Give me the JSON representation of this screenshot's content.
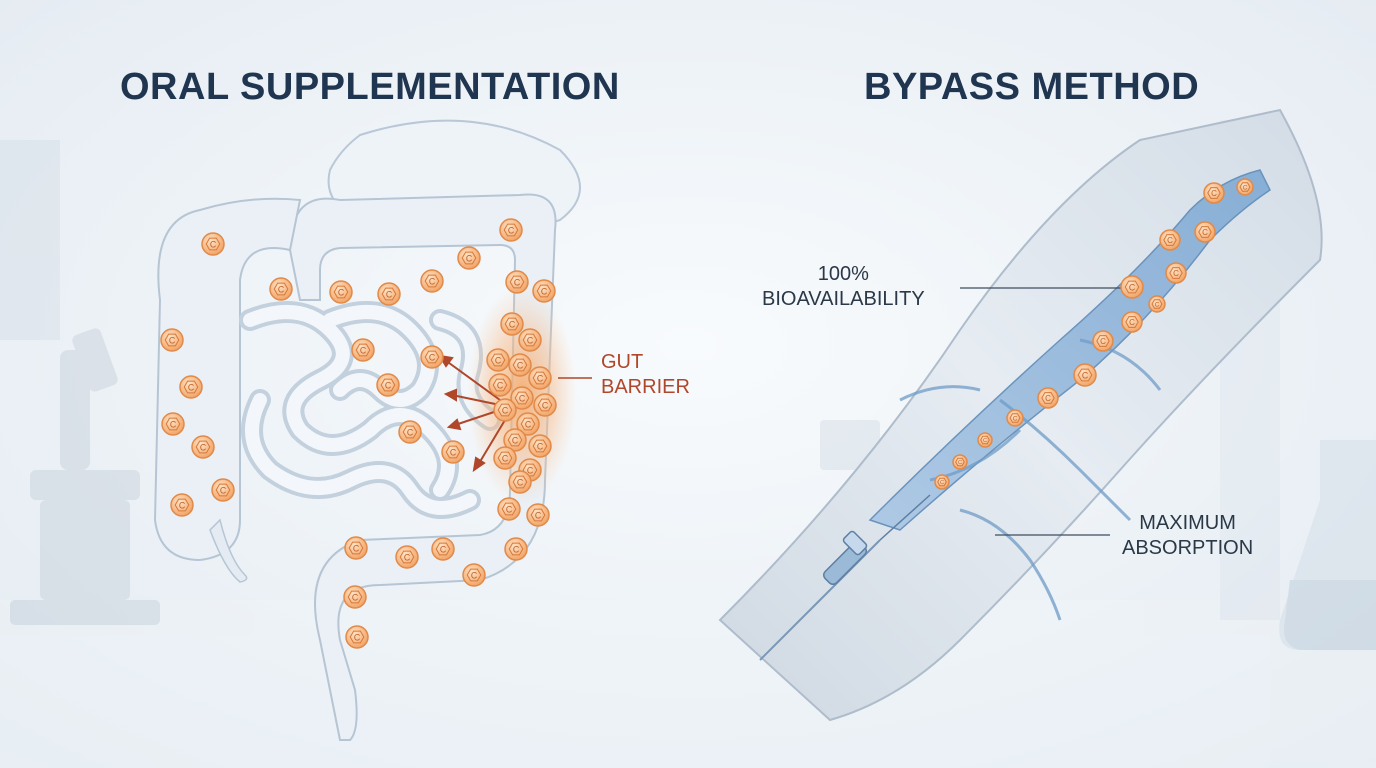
{
  "left_panel": {
    "title": "ORAL SUPPLEMENTATION",
    "barrier_label": [
      "GUT",
      "BARRIER"
    ],
    "molecule_letter": "C"
  },
  "right_panel": {
    "title": "BYPASS METHOD",
    "bioavailability_label": [
      "100%",
      "BIOAVAILABILITY"
    ],
    "absorption_label": [
      "MAXIMUM",
      "ABSORPTION"
    ]
  },
  "colors": {
    "title": "#1f3550",
    "barrier_text": "#b0472a",
    "molecule_fill": "#f6b27a",
    "molecule_stroke": "#e08a4a",
    "vein": "#6f9cc8",
    "intestine": "#e9eff5",
    "arm": "#d6dee7"
  }
}
